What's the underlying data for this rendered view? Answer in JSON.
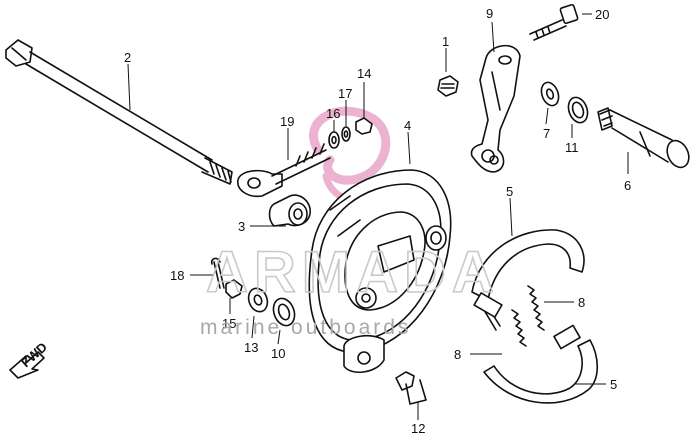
{
  "watermark": {
    "brand": "ARMADA",
    "tagline": "marine outboards"
  },
  "direction_marker": "FWD",
  "callouts": [
    {
      "id": "c1",
      "label": "1"
    },
    {
      "id": "c2",
      "label": "2"
    },
    {
      "id": "c3",
      "label": "3"
    },
    {
      "id": "c4",
      "label": "4"
    },
    {
      "id": "c5a",
      "label": "5"
    },
    {
      "id": "c5b",
      "label": "5"
    },
    {
      "id": "c6",
      "label": "6"
    },
    {
      "id": "c7",
      "label": "7"
    },
    {
      "id": "c8a",
      "label": "8"
    },
    {
      "id": "c8b",
      "label": "8"
    },
    {
      "id": "c9",
      "label": "9"
    },
    {
      "id": "c10",
      "label": "10"
    },
    {
      "id": "c11",
      "label": "11"
    },
    {
      "id": "c12",
      "label": "12"
    },
    {
      "id": "c13",
      "label": "13"
    },
    {
      "id": "c14",
      "label": "14"
    },
    {
      "id": "c15",
      "label": "15"
    },
    {
      "id": "c16",
      "label": "16"
    },
    {
      "id": "c17",
      "label": "17"
    },
    {
      "id": "c18",
      "label": "18"
    },
    {
      "id": "c19",
      "label": "19"
    },
    {
      "id": "c20",
      "label": "20"
    }
  ],
  "colors": {
    "line": "#111111",
    "watermark_logo": "#e8a6c8"
  }
}
